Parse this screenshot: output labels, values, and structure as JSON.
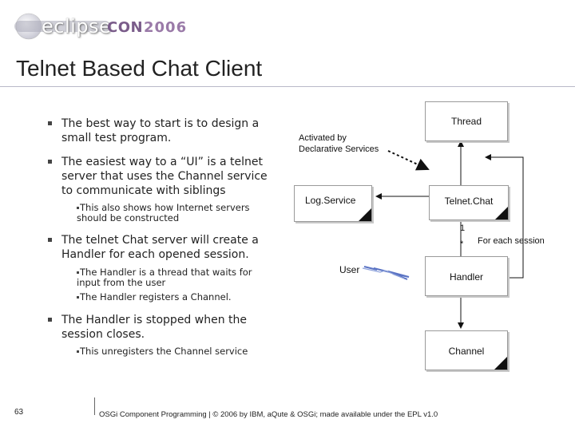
{
  "header": {
    "logo_eclipse": "eclipse",
    "logo_con": "CON",
    "logo_year": "2006"
  },
  "slide": {
    "title": "Telnet Based Chat Client",
    "bullets": [
      {
        "level": 1,
        "lines": [
          "The best way to start is to design a",
          "small test program."
        ]
      },
      {
        "level": 1,
        "lines": [
          "The easiest way to a “UI” is a telnet",
          "server that uses the Channel service",
          "to communicate with siblings"
        ]
      },
      {
        "level": 2,
        "lines": [
          "This also shows how Internet servers",
          "should be constructed"
        ]
      },
      {
        "level": 1,
        "lines": [
          "The telnet Chat server will create a",
          "Handler for each opened session."
        ]
      },
      {
        "level": 2,
        "lines": [
          "The Handler is a thread that waits for",
          "input from the user"
        ]
      },
      {
        "level": 2,
        "lines": [
          "The Handler registers a Channel."
        ]
      },
      {
        "level": 1,
        "lines": [
          "The Handler is stopped when the",
          "session closes."
        ]
      },
      {
        "level": 2,
        "lines": [
          "This unregisters the Channel service"
        ]
      }
    ]
  },
  "diagram": {
    "thread": "Thread",
    "activated_note_1": "Activated by",
    "activated_note_2": "Declarative Services",
    "log_service": "Log.Service",
    "telnet_chat": "Telnet.Chat",
    "mult_one": "1",
    "mult_many": "*",
    "for_each_session": "For each session",
    "user": "User",
    "handler": "Handler",
    "channel": "Channel"
  },
  "footer": {
    "page_number": "63",
    "text": "OSGi Component Programming | © 2006 by IBM, aQute & OSGi; made available under the EPL v1.0"
  }
}
